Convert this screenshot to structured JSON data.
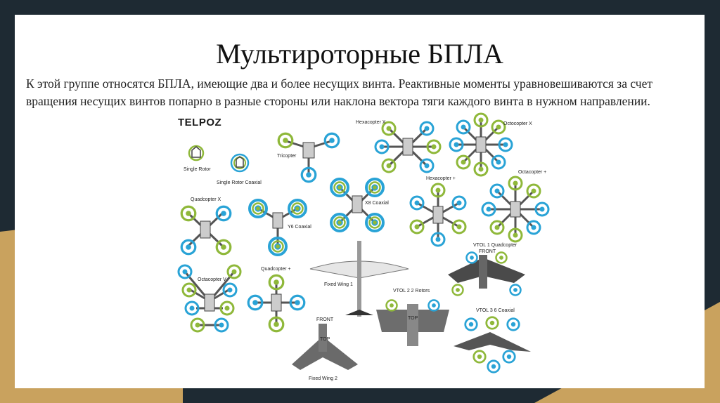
{
  "slide": {
    "title": "Мультироторные БПЛА",
    "body": "К этой группе относятся БПЛА, имеющие два и более несущих винта. Реактивные моменты уравновешиваются за счет вращения несущих винтов попарно в разные стороны или наклона вектора тяги каждого винта в нужном направлении."
  },
  "figure": {
    "brand": "TELPOZ",
    "labels": {
      "single_rotor": "Single Rotor",
      "single_rotor_coaxial": "Single Rotor Coaxial",
      "tricopter": "Tricopter",
      "hexacopter_x": "Hexacopter X",
      "octocopter_x": "Octocopter X",
      "quadcopter_x": "Quadcopter X",
      "y6_coaxial": "Y6 Coaxial",
      "x8_coaxial": "X8 Coaxial",
      "hexacopter_plus": "Hexacopter +",
      "octacopter_plus": "Octacopter +",
      "octacopter_v": "Octacopter V",
      "quadcopter_plus": "Quadcopter +",
      "fixed_wing_1": "Fixed Wing  1",
      "vtol_1": "VTOL 1  Quadcopter",
      "vtol_2": "VTOL 2  2 Rotors",
      "vtol_3": "VTOL 3  6 Coaxial",
      "fixed_wing_2": "Fixed Wing  2",
      "front": "FRONT",
      "top": "TOP"
    },
    "colors": {
      "cw_rotor": "#8fb83a",
      "ccw_rotor": "#29a3d6",
      "frame": "#555555",
      "wing_dark": "#4a4a4a",
      "wing_light": "#e6e6e6"
    }
  }
}
